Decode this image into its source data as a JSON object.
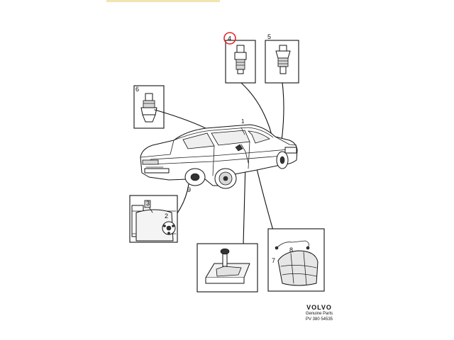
{
  "diagram": {
    "callouts": {
      "c1": "1",
      "c2": "2",
      "c3": "3",
      "c4": "4",
      "c5": "5",
      "c6": "6",
      "c7": "7",
      "c8": "8",
      "c9": "9"
    },
    "highlight_color": "#e0282e"
  },
  "footer": {
    "brand": "VOLVO",
    "subtitle": "Genuine Parts",
    "code": "PV 380 54535"
  }
}
